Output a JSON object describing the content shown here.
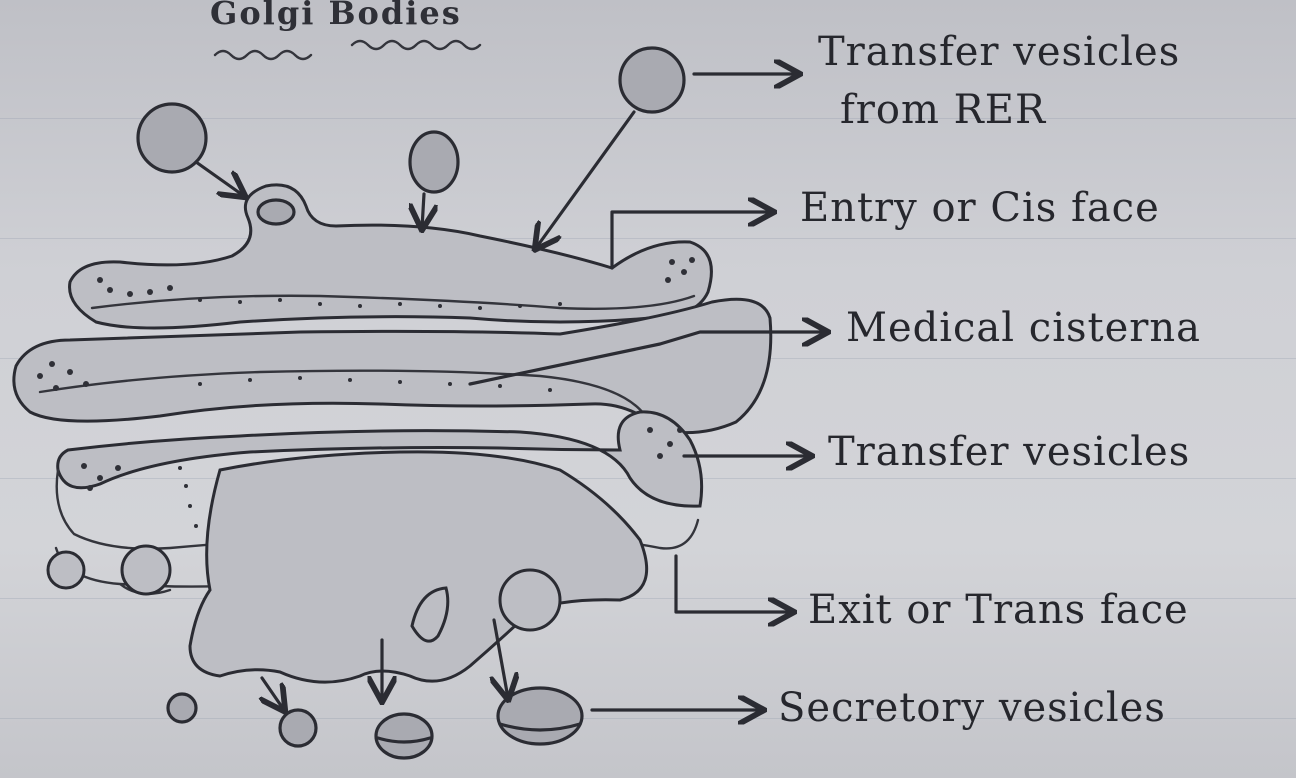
{
  "diagram": {
    "title": "Golgi Bodies",
    "labels": {
      "transfer_vesicles_rer_line1": "Transfer vesicles",
      "transfer_vesicles_rer_line2": "from RER",
      "entry_cis_face": "Entry or Cis face",
      "medical_cisterna": "Medical cisterna",
      "transfer_vesicles": "Transfer vesicles",
      "exit_trans_face": "Exit or Trans face",
      "secretory_vesicles": "Secretory vesicles"
    }
  }
}
